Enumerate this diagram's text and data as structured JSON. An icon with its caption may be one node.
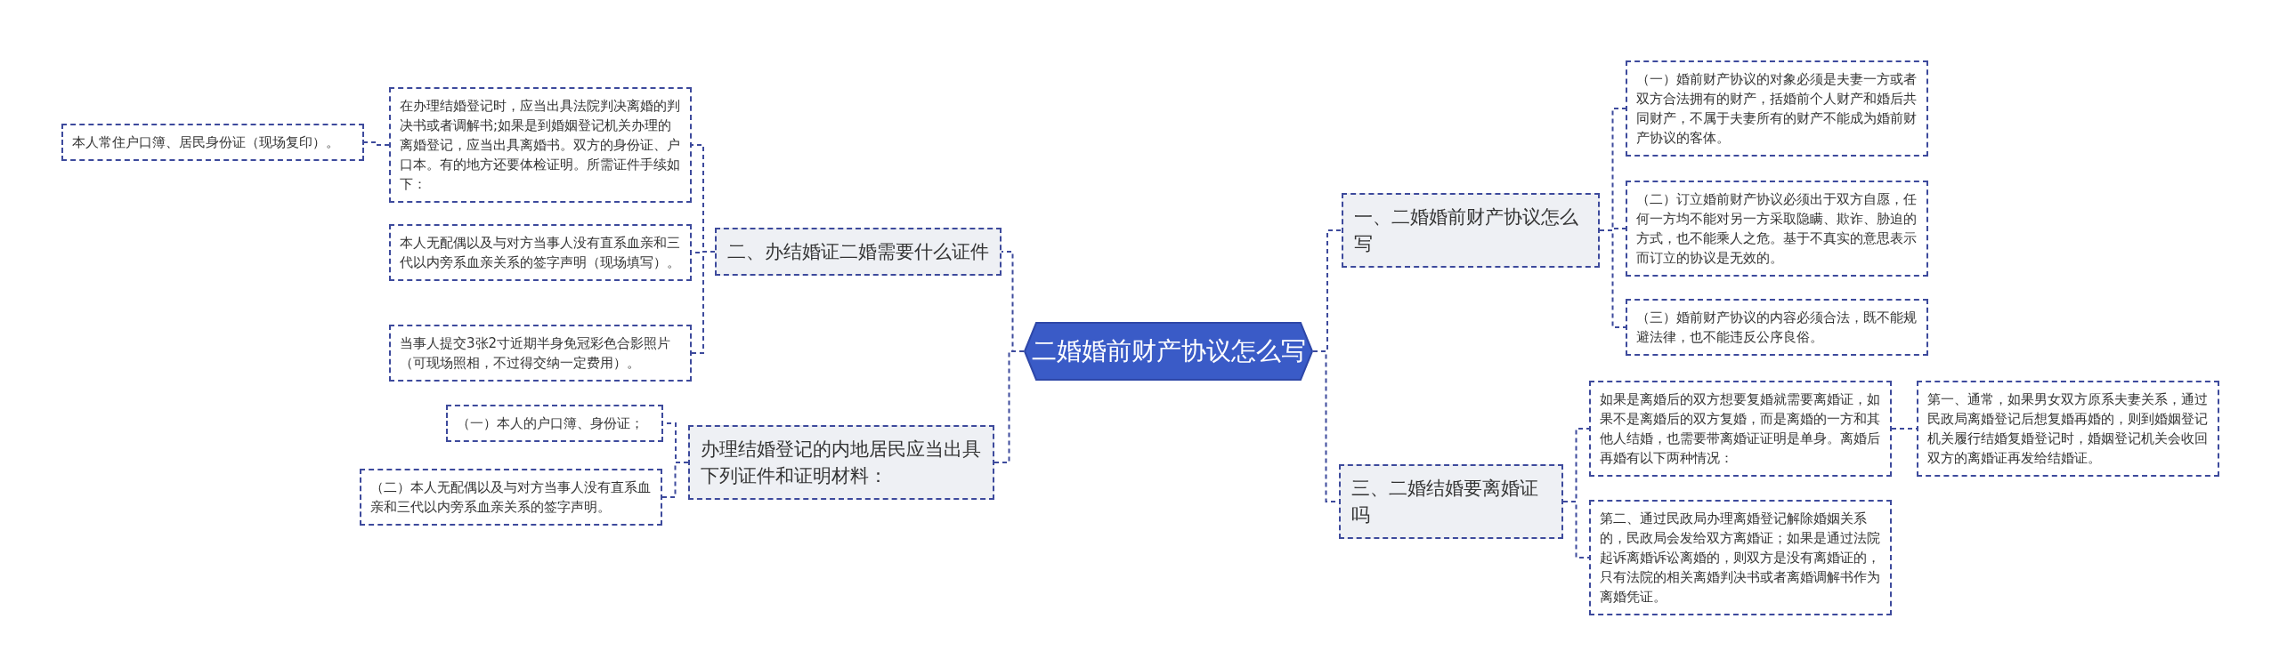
{
  "diagram": {
    "nodes": [
      {
        "text": [
          "二婚婚前财产协议怎么写"
        ]
      },
      {
        "text": [
          "一、二婚婚前财产协议怎么写"
        ]
      },
      {
        "text": [
          "（一）婚前财产协议的对象必须是夫妻一方或者双方合法拥有的财产，括婚前个人财产和婚后共同财产，不属于夫妻所有的财产不能成为婚前财产协议的客体。"
        ]
      },
      {
        "text": [
          "（二）订立婚前财产协议必须出于双方自愿，任何一方均不能对另一方采取隐瞒、欺诈、胁迫的方式，也不能乘人之危。基于不真实的意思表示而订立的协议是无效的。"
        ]
      },
      {
        "text": [
          "（三）婚前财产协议的内容必须合法，既不能规避法律，也不能违反公序良俗。"
        ]
      },
      {
        "text": [
          "三、二婚结婚要离婚证吗"
        ]
      },
      {
        "text": [
          "如果是离婚后的双方想要复婚就需要离婚证，如果不是离婚后的双方复婚，而是离婚的一方和其他人结婚，也需要带离婚证证明是单身。离婚后再婚有以下两种情况："
        ]
      },
      {
        "text": [
          "第一、通常，如果男女双方原系夫妻关系，通过民政局离婚登记后想复婚再婚的，则到婚姻登记机关履行结婚复婚登记时，婚姻登记机关会收回双方的离婚证再发给结婚证。"
        ]
      },
      {
        "text": [
          "第二、通过民政局办理离婚登记解除婚姻关系的，民政局会发给双方离婚证；如果是通过法院起诉离婚诉讼离婚的，则双方是没有离婚证的，只有法院的相关离婚判决书或者离婚调解书作为离婚凭证。"
        ]
      },
      {
        "text": [
          "二、办结婚证二婚需要什么证件"
        ]
      },
      {
        "text": [
          "在办理结婚登记时，应当出具法院判决离婚的判决书或者调解书;如果是到婚姻登记机关办理的离婚登记，应当出具离婚书。双方的身份证、户口本。有的地方还要体检证明。所需证件手续如下："
        ]
      },
      {
        "text": [
          "本人常住户口簿、居民身份证（现场复印）。"
        ]
      },
      {
        "text": [
          "本人无配偶以及与对方当事人没有直系血亲和三代以内旁系血亲关系的签字声明（现场填写）。"
        ]
      },
      {
        "text": [
          "当事人提交3张2寸近期半身免冠彩色合影照片（可现场照相，不过得交纳一定费用）。"
        ]
      },
      {
        "text": [
          "办理结婚登记的内地居民应当出具下列证件和证明材料："
        ]
      },
      {
        "text": [
          "（一）本人的户口簿、身份证；"
        ]
      },
      {
        "text": [
          "（二）本人无配偶以及与对方当事人没有直系血亲和三代以内旁系血亲关系的签字声明。"
        ]
      }
    ],
    "edges": [
      {
        "from": 0,
        "to": 1,
        "arrow": "none"
      },
      {
        "from": 1,
        "to": 2,
        "arrow": "none"
      },
      {
        "from": 1,
        "to": 3,
        "arrow": "none"
      },
      {
        "from": 1,
        "to": 4,
        "arrow": "none"
      },
      {
        "from": 0,
        "to": 5,
        "arrow": "none"
      },
      {
        "from": 5,
        "to": 6,
        "arrow": "none"
      },
      {
        "from": 6,
        "to": 7,
        "arrow": "none"
      },
      {
        "from": 5,
        "to": 8,
        "arrow": "none"
      },
      {
        "from": 0,
        "to": 9,
        "arrow": "none"
      },
      {
        "from": 9,
        "to": 10,
        "arrow": "none"
      },
      {
        "from": 10,
        "to": 11,
        "arrow": "none"
      },
      {
        "from": 9,
        "to": 12,
        "arrow": "none"
      },
      {
        "from": 9,
        "to": 13,
        "arrow": "none"
      },
      {
        "from": 0,
        "to": 14,
        "arrow": "none"
      },
      {
        "from": 14,
        "to": 15,
        "arrow": "none"
      },
      {
        "from": 14,
        "to": 16,
        "arrow": "none"
      }
    ]
  }
}
